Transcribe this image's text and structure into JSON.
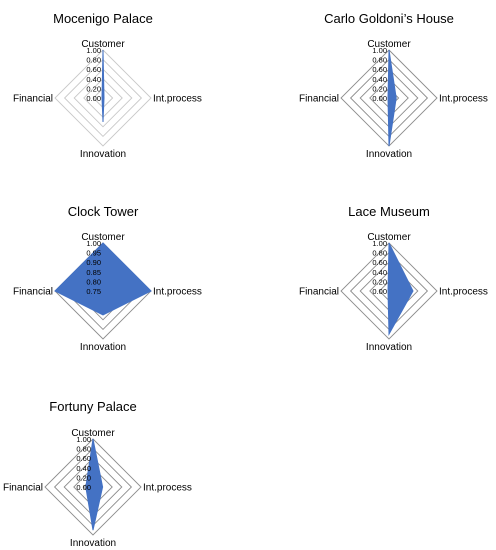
{
  "palette": {
    "fill": "#4472C4",
    "stroke": "#4472C4",
    "grid": "#8c8c8c",
    "grid_light": "#c8c8c8"
  },
  "chart_data": [
    {
      "type": "radar",
      "title": "Mocenigo Palace",
      "categories": [
        "Customer",
        "Int.process",
        "Innovation",
        "Financial"
      ],
      "rlim": [
        0,
        1
      ],
      "ticks": [
        "1.00",
        "0.80",
        "0.60",
        "0.40",
        "0.20",
        "0.00"
      ],
      "values": [
        1.0,
        0.02,
        0.5,
        0.02
      ],
      "grid_style": "light"
    },
    {
      "type": "radar",
      "title": "Carlo Goldoni’s House",
      "categories": [
        "Customer",
        "Int.process",
        "Innovation",
        "Financial"
      ],
      "rlim": [
        0,
        1
      ],
      "ticks": [
        "1.00",
        "0.80",
        "0.60",
        "0.40",
        "0.20",
        "0.00"
      ],
      "values": [
        1.0,
        0.15,
        1.0,
        0.02
      ],
      "grid_style": "dark"
    },
    {
      "type": "radar",
      "title": "Clock Tower",
      "categories": [
        "Customer",
        "Int.process",
        "Innovation",
        "Financial"
      ],
      "rlim": [
        0.75,
        1
      ],
      "ticks": [
        "1.00",
        "0.95",
        "0.90",
        "0.85",
        "0.80",
        "0.75"
      ],
      "values": [
        1.0,
        1.0,
        0.875,
        1.0
      ],
      "grid_style": "dark"
    },
    {
      "type": "radar",
      "title": "Lace Museum",
      "categories": [
        "Customer",
        "Int.process",
        "Innovation",
        "Financial"
      ],
      "rlim": [
        0,
        1
      ],
      "ticks": [
        "1.00",
        "0.80",
        "0.60",
        "0.40",
        "0.20",
        "0.00"
      ],
      "values": [
        1.0,
        0.5,
        0.9,
        0.02
      ],
      "grid_style": "dark"
    },
    {
      "type": "radar",
      "title": "Fortuny Palace",
      "categories": [
        "Customer",
        "Int.process",
        "Innovation",
        "Financial"
      ],
      "rlim": [
        0,
        1
      ],
      "ticks": [
        "1.00",
        "0.80",
        "0.60",
        "0.40",
        "0.20",
        "0.00"
      ],
      "values": [
        1.0,
        0.2,
        0.9,
        0.15
      ],
      "grid_style": "dark"
    }
  ]
}
